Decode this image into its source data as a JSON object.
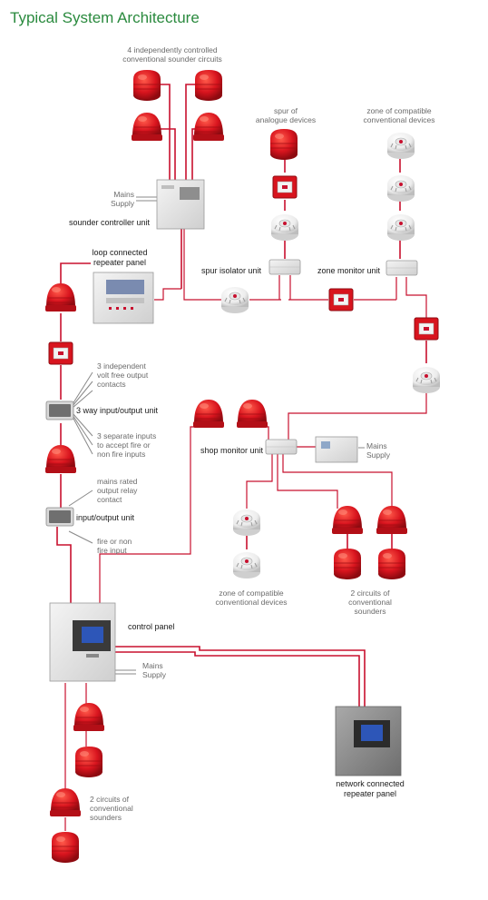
{
  "title": "Typical System Architecture",
  "labels": {
    "sounder_circuits_1": "4 independently controlled",
    "sounder_circuits_2": "conventional sounder circuits",
    "spur_1": "spur of",
    "spur_2": "analogue devices",
    "zone_top_1": "zone of compatible",
    "zone_top_2": "conventional devices",
    "mains_1_a": "Mains",
    "mains_1_b": "Supply",
    "sounder_controller": "sounder controller unit",
    "loop_repeater_1": "loop connected",
    "loop_repeater_2": "repeater panel",
    "spur_isolator": "spur isolator unit",
    "zone_monitor": "zone monitor unit",
    "volt_free_1": "3 independent",
    "volt_free_2": "volt free output",
    "volt_free_3": "contacts",
    "three_way": "3 way input/output unit",
    "inputs_1": "3 separate inputs",
    "inputs_2": "to accept fire or",
    "inputs_3": "non fire inputs",
    "shop_monitor": "shop monitor unit",
    "mains_2_a": "Mains",
    "mains_2_b": "Supply",
    "relay_1": "mains rated",
    "relay_2": "output relay",
    "relay_3": "contact",
    "io_unit": "input/output unit",
    "fire_nonfire_1": "fire or non",
    "fire_nonfire_2": "fire input",
    "zone_bottom_1": "zone of compatible",
    "zone_bottom_2": "conventional devices",
    "two_circuits_mid_1": "2 circuits of",
    "two_circuits_mid_2": "conventional",
    "two_circuits_mid_3": "sounders",
    "control_panel": "control panel",
    "mains_3_a": "Mains",
    "mains_3_b": "Supply",
    "network_repeater_1": "network connected",
    "network_repeater_2": "repeater panel",
    "two_circuits_left_1": "2 circuits of",
    "two_circuits_left_2": "conventional",
    "two_circuits_left_3": "sounders"
  },
  "colors": {
    "title": "#2a8a3e",
    "wire": "#c8102e",
    "device_red": "#d8141e",
    "panel_grey": "#d6d6d6"
  },
  "icons": [
    "sounder-beacon-icon",
    "smoke-detector-icon",
    "call-point-icon",
    "interface-unit-icon",
    "panel-icon"
  ]
}
